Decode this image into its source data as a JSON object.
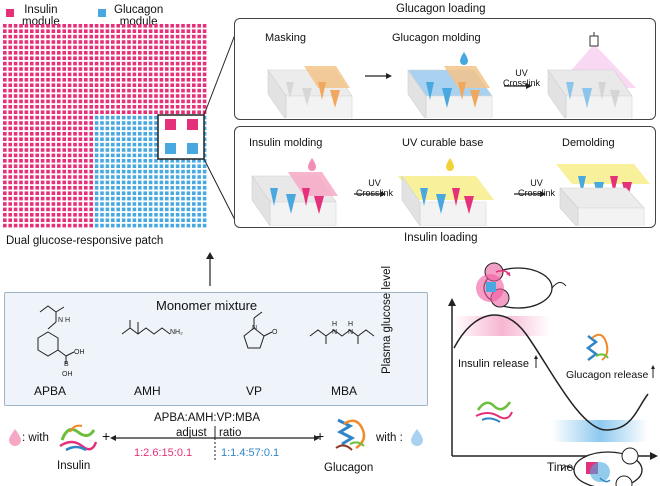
{
  "legend": {
    "insulin_module": "Insulin\nmodule",
    "glucagon_module": "Glucagon\nmodule"
  },
  "colors": {
    "insulin": "#e5307a",
    "glucagon": "#4aa8e0",
    "uv_yellow": "#f5e65a",
    "mold_orange": "#f3c48a"
  },
  "patch_label": "Dual glucose-responsive patch",
  "glucagon_loading": {
    "title": "Glucagon loading",
    "steps": [
      "Masking",
      "Glucagon molding"
    ],
    "arrow_label": "UV\nCrosslink"
  },
  "insulin_loading": {
    "title": "Insulin loading",
    "steps": [
      "Insulin molding",
      "UV curable base",
      "Demolding"
    ],
    "arrow1_label": "UV\nCrosslink",
    "arrow2_label": "UV\nCrosslink"
  },
  "monomer": {
    "title": "Monomer mixture",
    "names": [
      "APBA",
      "AMH",
      "VP",
      "MBA"
    ],
    "atoms": {
      "nh": "N\nH",
      "b": "B",
      "oh1": "OH",
      "oh2": "OH",
      "nh2": "NH₂",
      "n": "N",
      "o": "O",
      "h1": "H",
      "h2": "H",
      "n1": "N",
      "n2": "N"
    }
  },
  "ratio": {
    "header": "APBA:AMH:VP:MBA",
    "adjust": "adjust",
    "ratio_word": "ratio",
    "insulin_ratio": "1:2.6:15:0.1",
    "glucagon_ratio": "1:1.4:57:0.1",
    "with_left": ": with",
    "with_right": "with :",
    "plus": "+",
    "insulin_label": "Insulin",
    "glucagon_label": "Glucagon"
  },
  "graph": {
    "ylabel": "Plasma glucose level",
    "xlabel": "Time",
    "insulin_release": "Insulin release",
    "glucagon_release": "Glucagon release"
  }
}
